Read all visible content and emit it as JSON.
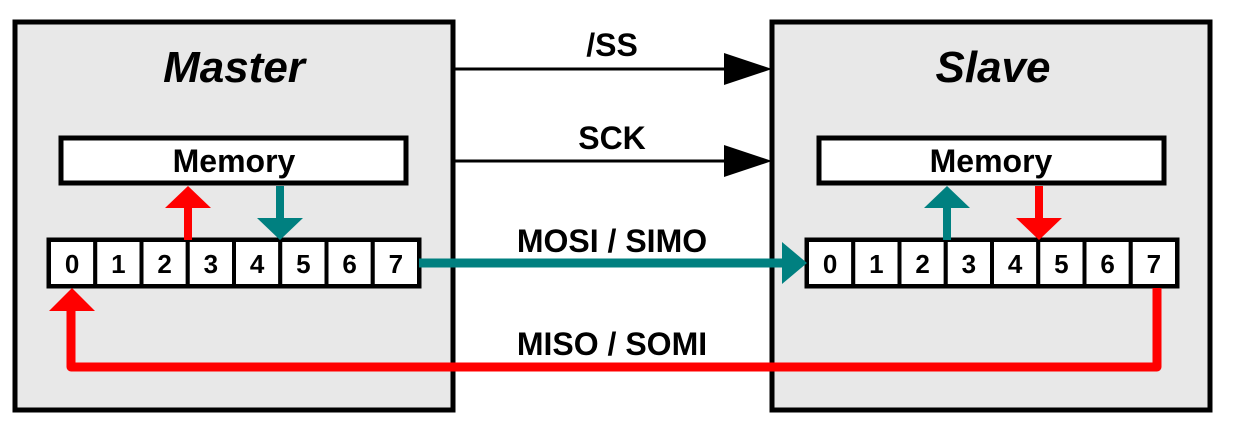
{
  "diagram": {
    "colors": {
      "box_fill": "#e8e8e8",
      "stroke": "#000000",
      "mosi": "#008080",
      "miso": "#ff0000",
      "background": "#ffffff"
    },
    "master": {
      "title": "Master",
      "memory_label": "Memory",
      "bits": [
        "0",
        "1",
        "2",
        "3",
        "4",
        "5",
        "6",
        "7"
      ]
    },
    "slave": {
      "title": "Slave",
      "memory_label": "Memory",
      "bits": [
        "0",
        "1",
        "2",
        "3",
        "4",
        "5",
        "6",
        "7"
      ]
    },
    "signals": {
      "ss": "/SS",
      "sck": "SCK",
      "mosi": "MOSI / SIMO",
      "miso": "MISO / SOMI"
    }
  }
}
